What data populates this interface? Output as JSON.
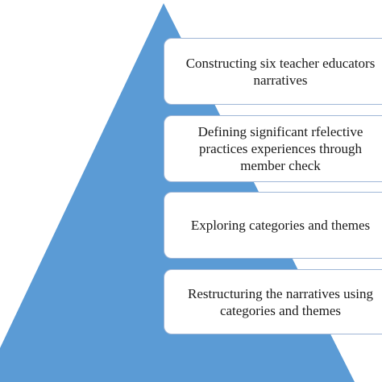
{
  "diagram": {
    "colors": {
      "pyramid_fill": "#5b9bd5",
      "box_fill": "#ffffff",
      "box_border": "#9fb6d6",
      "text": "#1a1a1a"
    },
    "steps": [
      {
        "text": "Constructing six teacher educators\nnarratives"
      },
      {
        "text": "Defining significant rfelective\npractices experiences through\nmember check"
      },
      {
        "text": "Exploring categories and themes"
      },
      {
        "text": "Restructuring the narratives using\ncategories and themes"
      }
    ]
  }
}
